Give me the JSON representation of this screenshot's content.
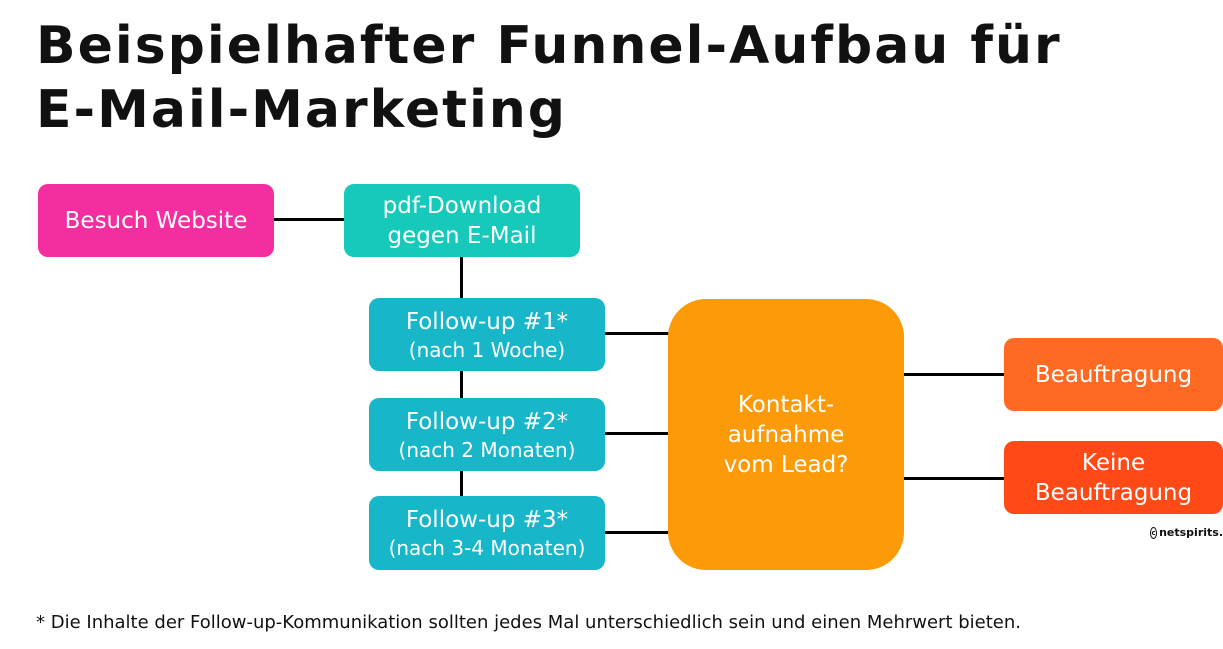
{
  "title": {
    "line1": "Beispielhafter Funnel-Aufbau für",
    "line2": "E-Mail-Marketing"
  },
  "nodes": {
    "visit": {
      "label": "Besuch Website",
      "color": "#f42ea0"
    },
    "download": {
      "line1": "pdf-Download",
      "line2": "gegen E-Mail",
      "color": "#16c9bb"
    },
    "followup1": {
      "main": "Follow-up #1*",
      "sub": "(nach 1 Woche)",
      "color": "#17b6c9"
    },
    "followup2": {
      "main": "Follow-up #2*",
      "sub": "(nach 2 Monaten)",
      "color": "#17b6c9"
    },
    "followup3": {
      "main": "Follow-up #3*",
      "sub": "(nach 3-4 Monaten)",
      "color": "#17b6c9"
    },
    "contact": {
      "line1": "Kontakt-",
      "line2": "aufnahme",
      "line3": "vom Lead?",
      "color": "#fc9a08"
    },
    "hire": {
      "label": "Beauftragung",
      "color": "#ff6a22"
    },
    "nohire": {
      "line1": "Keine",
      "line2": "Beauftragung",
      "color": "#ff4a17"
    }
  },
  "copyright": {
    "icon": "copyright-icon",
    "text": "netspirits."
  },
  "footnote": "* Die Inhalte der Follow-up-Kommunikation sollten jedes Mal unterschiedlich sein und einen Mehrwert bieten."
}
